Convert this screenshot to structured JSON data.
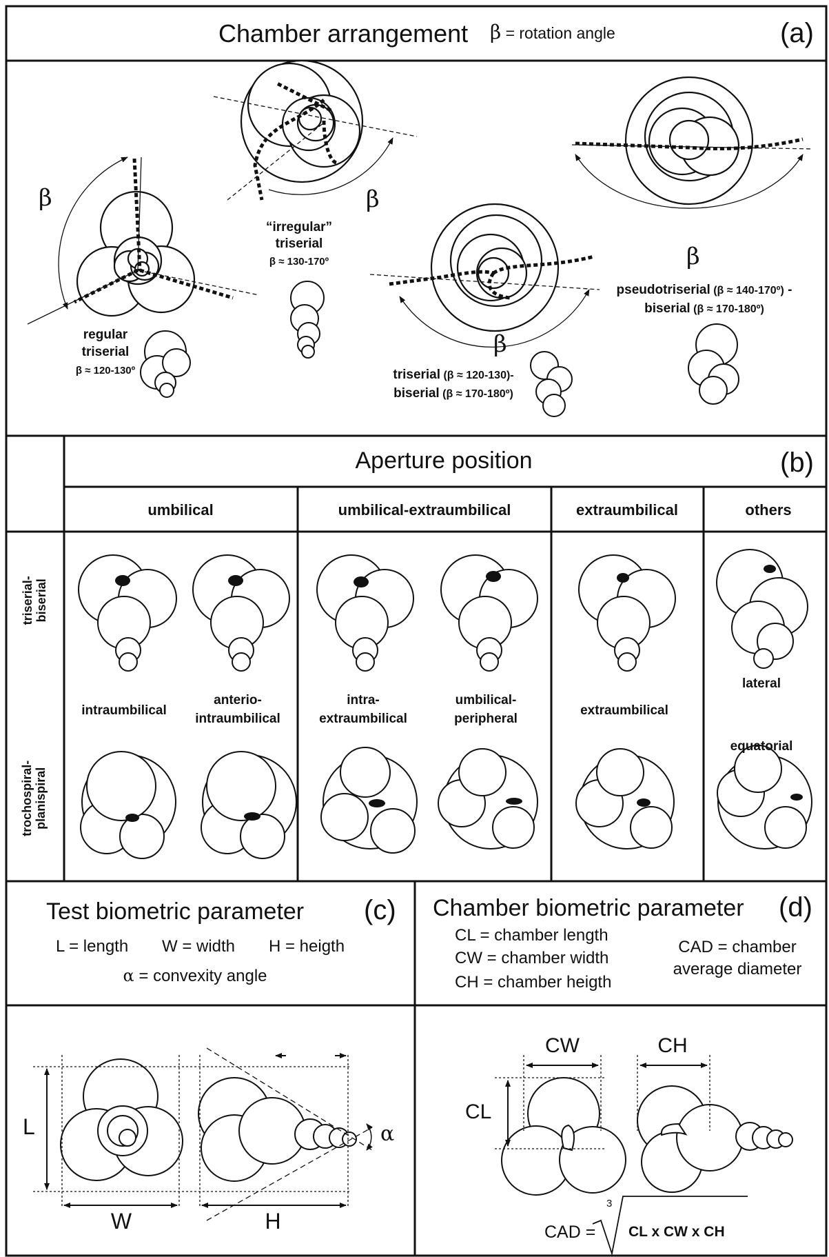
{
  "panel_a": {
    "title": "Chamber arrangement",
    "symbol_def_sym": "β",
    "symbol_def_text": " = rotation angle",
    "letter": "(a)",
    "beta": "β",
    "regular": {
      "line1": "regular",
      "line2": "triserial",
      "range": "β ≈ 120-130º"
    },
    "irregular": {
      "line1": "“irregular”",
      "line2": "triserial",
      "range": "β ≈ 130-170º"
    },
    "tri_bi": {
      "line1_name": "triserial",
      "line1_range": " (β ≈ 120-130)-",
      "line2_name": "biserial",
      "line2_range": " (β ≈ 170-180º)"
    },
    "pseudo": {
      "line1_name": "pseudotriserial",
      "line1_range": " (β ≈ 140-170º)",
      "line1_tail": " -",
      "line2_name": "biserial",
      "line2_range": " (β ≈ 170-180º)"
    }
  },
  "panel_b": {
    "title": "Aperture position",
    "letter": "(b)",
    "columns": [
      "umbilical",
      "umbilical-extraumbilical",
      "extraumbilical",
      "others"
    ],
    "rows": [
      {
        "line1": "triserial-",
        "line2": "biserial"
      },
      {
        "line1": "trochospiral-",
        "line2": "planispiral"
      }
    ],
    "labels": {
      "intraumbilical": "intraumbilical",
      "anterio_1": "anterio-",
      "anterio_2": "intraumbilical",
      "intra_1": "intra-",
      "intra_2": "extraumbilical",
      "umbper_1": "umbilical-",
      "umbper_2": "peripheral",
      "extraumbilical": "extraumbilical",
      "lateral": "lateral",
      "equatorial": "equatorial"
    }
  },
  "panel_c": {
    "title": "Test biometric parameter",
    "letter": "(c)",
    "l_def": "L = length",
    "w_def": "W = width",
    "h_def": "H = heigth",
    "alpha_sym": "α",
    "alpha_text": " = convexity angle",
    "dim_L": "L",
    "dim_W": "W",
    "dim_H": "H",
    "dim_alpha": "α"
  },
  "panel_d": {
    "title": "Chamber biometric parameter",
    "letter": "(d)",
    "cl_def": "CL = chamber length",
    "cw_def": "CW = chamber width",
    "ch_def": "CH = chamber heigth",
    "cad_def_1": "CAD = chamber",
    "cad_def_2": "average diameter",
    "dim_CW": "CW",
    "dim_CH": "CH",
    "dim_CL": "CL",
    "formula_lhs": "CAD =",
    "formula_root": "3",
    "formula_expr": "CL x CW x CH"
  }
}
